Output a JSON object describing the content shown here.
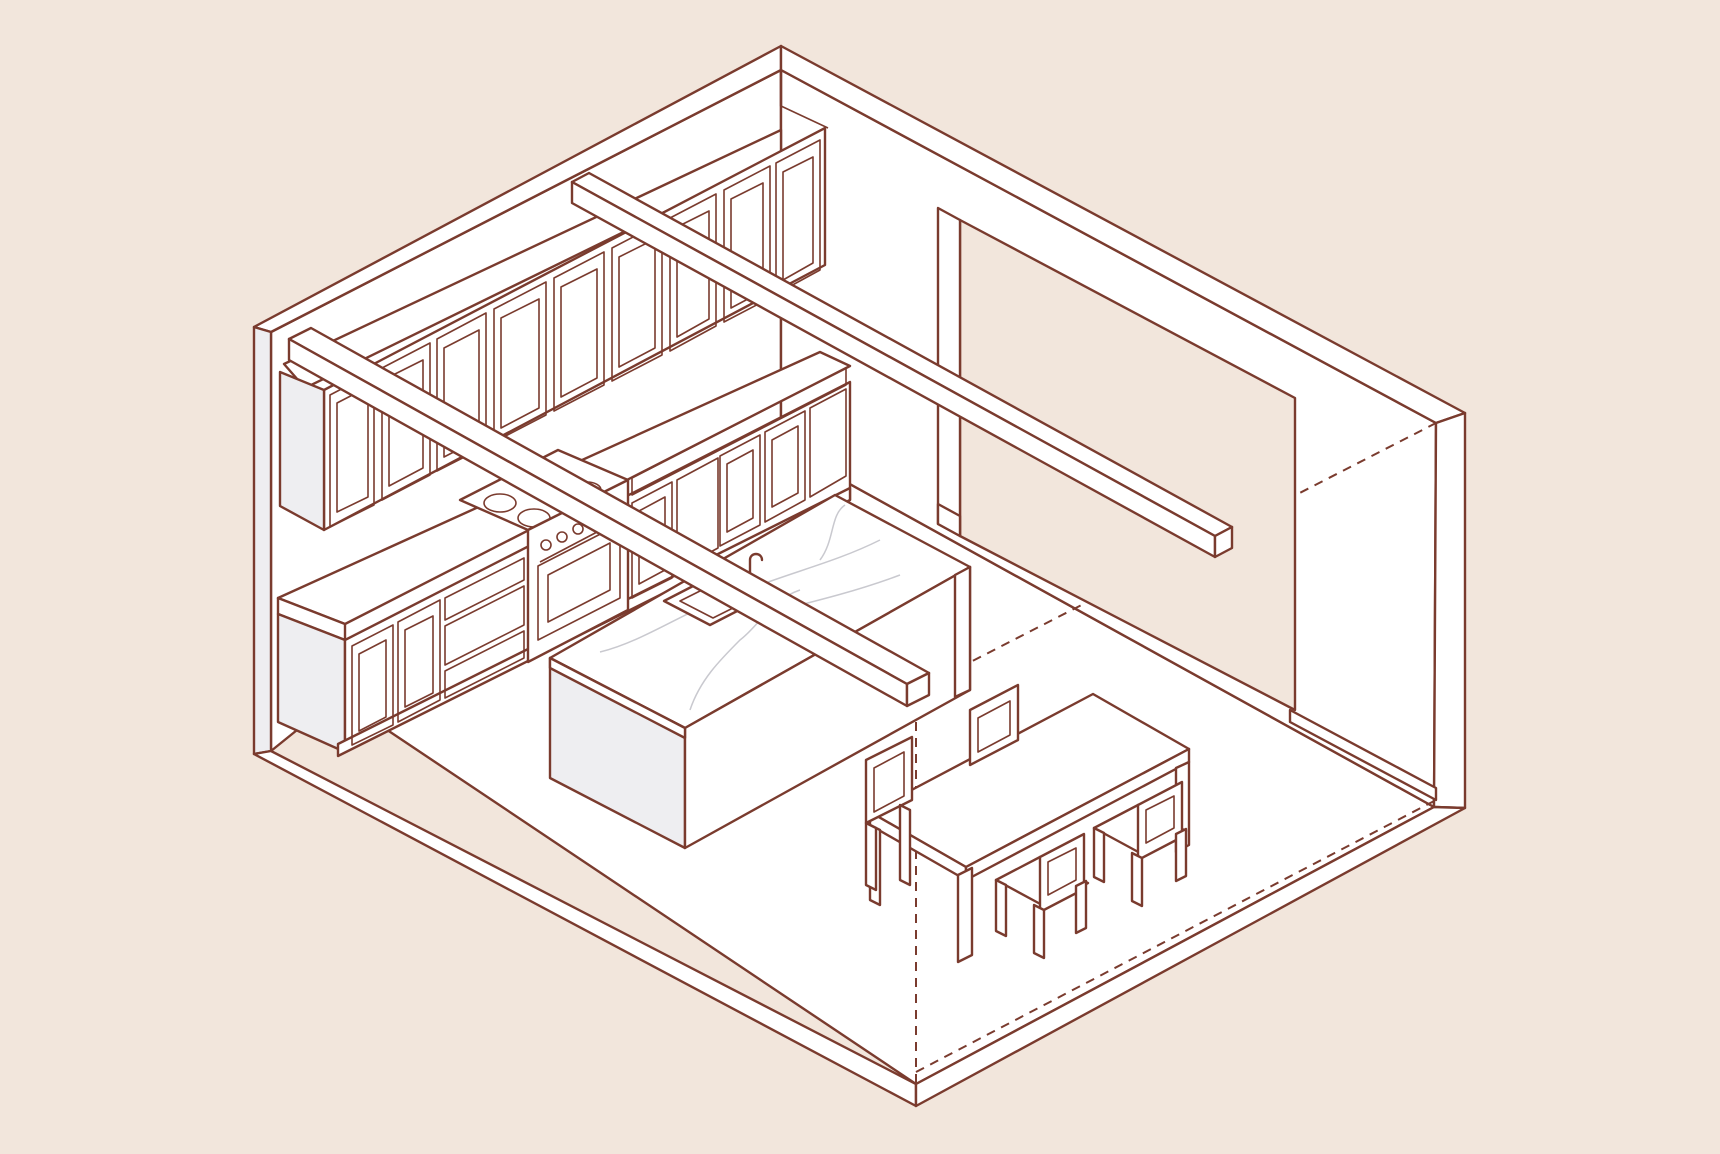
{
  "canvas": {
    "background": "#f2e6dc"
  },
  "colors": {
    "line": "#7a3b2e",
    "fill_white": "#ffffff",
    "fill_light": "#eeeef1",
    "fill_mid": "#e4e4e8",
    "vein": "#c9c9cf"
  },
  "scene": {
    "subject": "isometric-kitchen-dining-room",
    "elements": [
      "walls",
      "ceiling-beams",
      "upper-cabinets",
      "base-cabinets",
      "range",
      "island",
      "sink",
      "dining-table",
      "dining-chairs",
      "doorway"
    ]
  }
}
